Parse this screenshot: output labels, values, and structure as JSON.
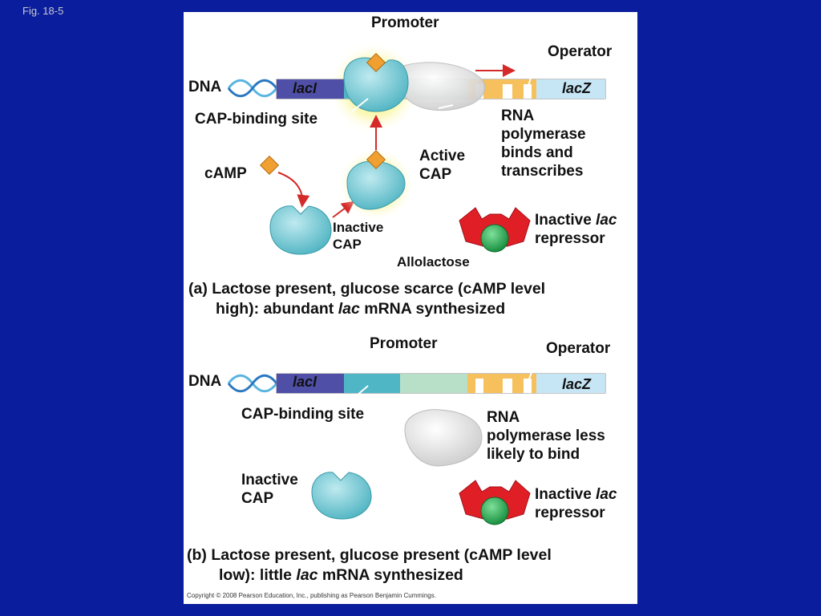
{
  "figure_label": "Fig. 18-5",
  "colors": {
    "background": "#0a1d9c",
    "laci_gene": "#4f4fa8",
    "cap_site": "#4fb6c6",
    "promoter_region": "#b8e0c8",
    "operator": "#f6c15c",
    "lacz_gene": "#c6e6f6",
    "cap_protein": "#6cc6d2",
    "camp": "#f0a030",
    "repressor": "#e01e26",
    "allolactose": "#1ea04a",
    "rna_polymerase": "#e8e8e8",
    "glow": "#f6f060"
  },
  "panel_a": {
    "promoter": "Promoter",
    "operator": "Operator",
    "dna": "DNA",
    "laci": "lacI",
    "lacz": "lacZ",
    "cap_binding_site": "CAP-binding site",
    "rnap_label": [
      "RNA",
      "polymerase",
      "binds and",
      "transcribes"
    ],
    "camp": "cAMP",
    "active_cap": [
      "Active",
      "CAP"
    ],
    "inactive_cap": [
      "Inactive",
      "CAP"
    ],
    "inactive_repressor_prefix": "Inactive ",
    "inactive_repressor_italic": "lac",
    "inactive_repressor_line2": "repressor",
    "allolactose": "Allolactose",
    "caption_line1": "(a) Lactose present, glucose scarce (cAMP level",
    "caption_line2_prefix": "high): abundant ",
    "caption_line2_italic": "lac",
    "caption_line2_suffix": " mRNA synthesized"
  },
  "panel_b": {
    "promoter": "Promoter",
    "operator": "Operator",
    "dna": "DNA",
    "laci": "lacI",
    "lacz": "lacZ",
    "cap_binding_site": "CAP-binding site",
    "rnap_label": [
      "RNA",
      "polymerase less",
      "likely to bind"
    ],
    "inactive_cap": [
      "Inactive",
      "CAP"
    ],
    "inactive_repressor_prefix": "Inactive ",
    "inactive_repressor_italic": "lac",
    "inactive_repressor_line2": "repressor",
    "caption_line1": "(b) Lactose present, glucose present (cAMP level",
    "caption_line2_prefix": "low): little ",
    "caption_line2_italic": "lac",
    "caption_line2_suffix": " mRNA synthesized"
  },
  "copyright": "Copyright © 2008 Pearson Education, Inc., publishing as Pearson Benjamin Cummings."
}
